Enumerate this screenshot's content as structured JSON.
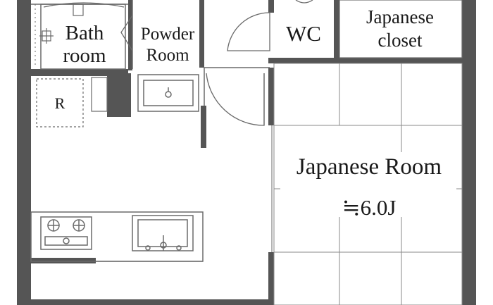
{
  "rooms": {
    "bathroom": {
      "line1": "Bath",
      "line2": "room"
    },
    "powder_room": {
      "line1": "Powder",
      "line2": "Room"
    },
    "wc": {
      "label": "WC"
    },
    "closet": {
      "line1": "Japanese",
      "line2": "closet"
    },
    "japanese_room": {
      "label": "Japanese Room",
      "size": "≒6.0J"
    },
    "refrigerator": {
      "label": "R"
    }
  },
  "colors": {
    "wall": "#555555",
    "line": "#6a6a6a",
    "floor": "#ffffff"
  }
}
